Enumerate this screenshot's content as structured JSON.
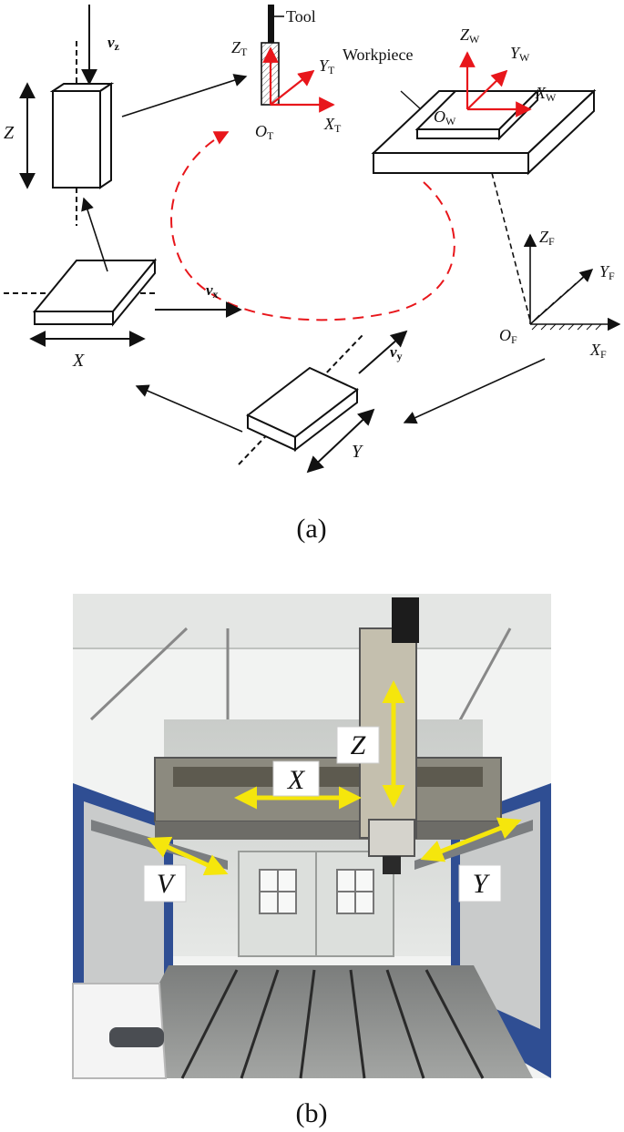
{
  "panel_a": {
    "caption": "(a)",
    "tool_label": "Tool",
    "workpiece_label": "Workpiece",
    "labels": {
      "vz": {
        "main": "v",
        "sub": "z"
      },
      "vx": {
        "main": "v",
        "sub": "x"
      },
      "vy": {
        "main": "v",
        "sub": "y"
      },
      "z_axis": "Z",
      "x_axis": "X",
      "y_axis": "Y",
      "zt": {
        "main": "Z",
        "sub": "T"
      },
      "yt": {
        "main": "Y",
        "sub": "T"
      },
      "xt": {
        "main": "X",
        "sub": "T"
      },
      "ot": {
        "main": "O",
        "sub": "T"
      },
      "zw": {
        "main": "Z",
        "sub": "W"
      },
      "yw": {
        "main": "Y",
        "sub": "W"
      },
      "xw": {
        "main": "X",
        "sub": "W"
      },
      "ow": {
        "main": "O",
        "sub": "W"
      },
      "zf": {
        "main": "Z",
        "sub": "F"
      },
      "yf": {
        "main": "Y",
        "sub": "F"
      },
      "xf": {
        "main": "X",
        "sub": "F"
      },
      "of": {
        "main": "O",
        "sub": "F"
      }
    },
    "colors": {
      "frame": "#e8161b",
      "ink": "#111111",
      "dashed_path": "#e8161b"
    }
  },
  "panel_b": {
    "caption": "(b)",
    "axis_labels": {
      "z": "Z",
      "x": "X",
      "v": "V",
      "y": "Y"
    },
    "colors": {
      "arrow": "#f5e60c",
      "label_box": "#ffffff"
    }
  }
}
